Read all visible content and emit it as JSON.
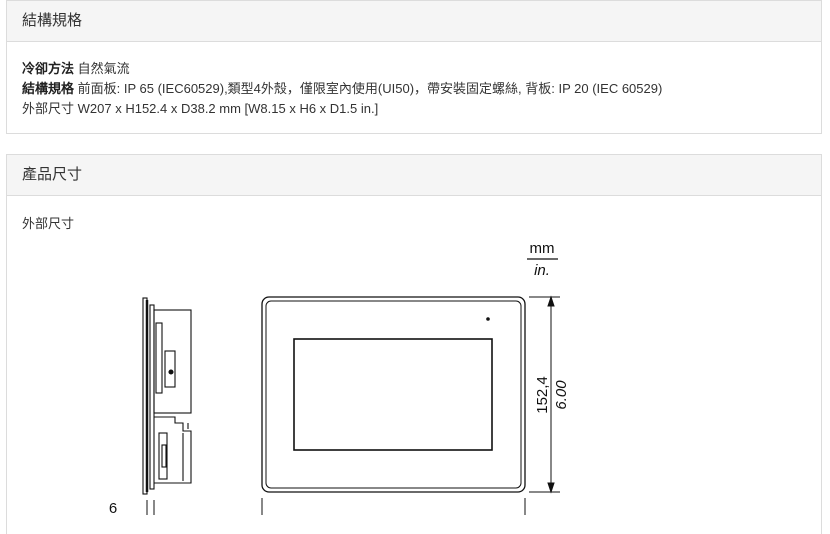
{
  "structure": {
    "title": "結構規格",
    "rows": [
      {
        "label": "冷卻方法",
        "value": "自然氣流"
      },
      {
        "label": "結構規格",
        "value": "前面板: IP 65 (IEC60529),類型4外殼，僅限室內使用(UI50)，帶安裝固定螺絲, 背板: IP 20 (IEC 60529)"
      },
      {
        "label": "外部尺寸",
        "value": "W207 x H152.4 x D38.2 mm [W8.15 x H6 x D1.5 in.]"
      }
    ]
  },
  "dimensions": {
    "title": "產品尺寸",
    "subtitle": "外部尺寸",
    "unit_mm": "mm",
    "unit_in": "in.",
    "height_mm": "152,4",
    "height_in": "6.00",
    "depth_label": "6"
  }
}
